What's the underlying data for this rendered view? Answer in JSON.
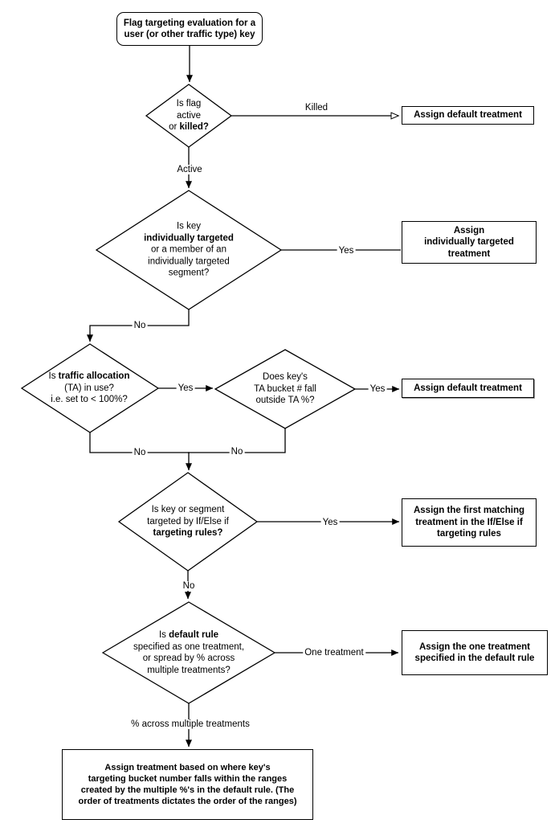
{
  "diagram": {
    "start": {
      "line1": "Flag targeting evaluation for a",
      "line2": "user (or other traffic type) key"
    },
    "decisions": {
      "flag_active": {
        "line1": "Is flag",
        "line2": "active",
        "line3_pre": "or ",
        "line3_bold": "killed?"
      },
      "individual": {
        "line1": "Is key",
        "line2_bold": "individually targeted",
        "line3": "or a member of an",
        "line4": "individually targeted",
        "line5": "segment?"
      },
      "traffic_allocation": {
        "line1_pre": "Is ",
        "line1_bold": "traffic allocation",
        "line2": "(TA) in use?",
        "line3": "i.e. set to < 100%?"
      },
      "ta_bucket": {
        "line1": "Does key's",
        "line2": "TA bucket # fall",
        "line3": "outside TA %?"
      },
      "targeting_rules": {
        "line1": "Is key or segment",
        "line2": "targeted by If/Else if",
        "line3_bold": "targeting rules?"
      },
      "default_rule": {
        "line1_pre": "Is ",
        "line1_bold": "default rule",
        "line2": "specified as one treatment,",
        "line3": "or spread by % across",
        "line4": "multiple treatments?"
      }
    },
    "outcomes": {
      "default_killed": {
        "line1": "Assign default treatment"
      },
      "individually_targeted": {
        "line1": "Assign",
        "line2": "individually targeted",
        "line3": "treatment"
      },
      "default_ta": {
        "line1": "Assign default treatment"
      },
      "first_matching": {
        "line1": "Assign the first matching",
        "line2": "treatment in the If/Else if",
        "line3": "targeting rules"
      },
      "one_treatment": {
        "line1": "Assign the one treatment",
        "line2": "specified in the default rule"
      },
      "ranges": {
        "line1": "Assign treatment based on where key's",
        "line2": "targeting bucket number falls within the ranges",
        "line3": "created by the multiple %'s in the default rule. (The",
        "line4": "order of treatments dictates the order of the ranges)"
      }
    },
    "edge_labels": {
      "killed": "Killed",
      "active": "Active",
      "yes_individual": "Yes",
      "no_individual": "No",
      "yes_ta": "Yes",
      "yes_outside": "Yes",
      "no_ta": "No",
      "no_bucket": "No",
      "yes_rules": "Yes",
      "no_rules": "No",
      "one_treatment": "One treatment",
      "pct_split": "% across multiple treatments"
    }
  }
}
